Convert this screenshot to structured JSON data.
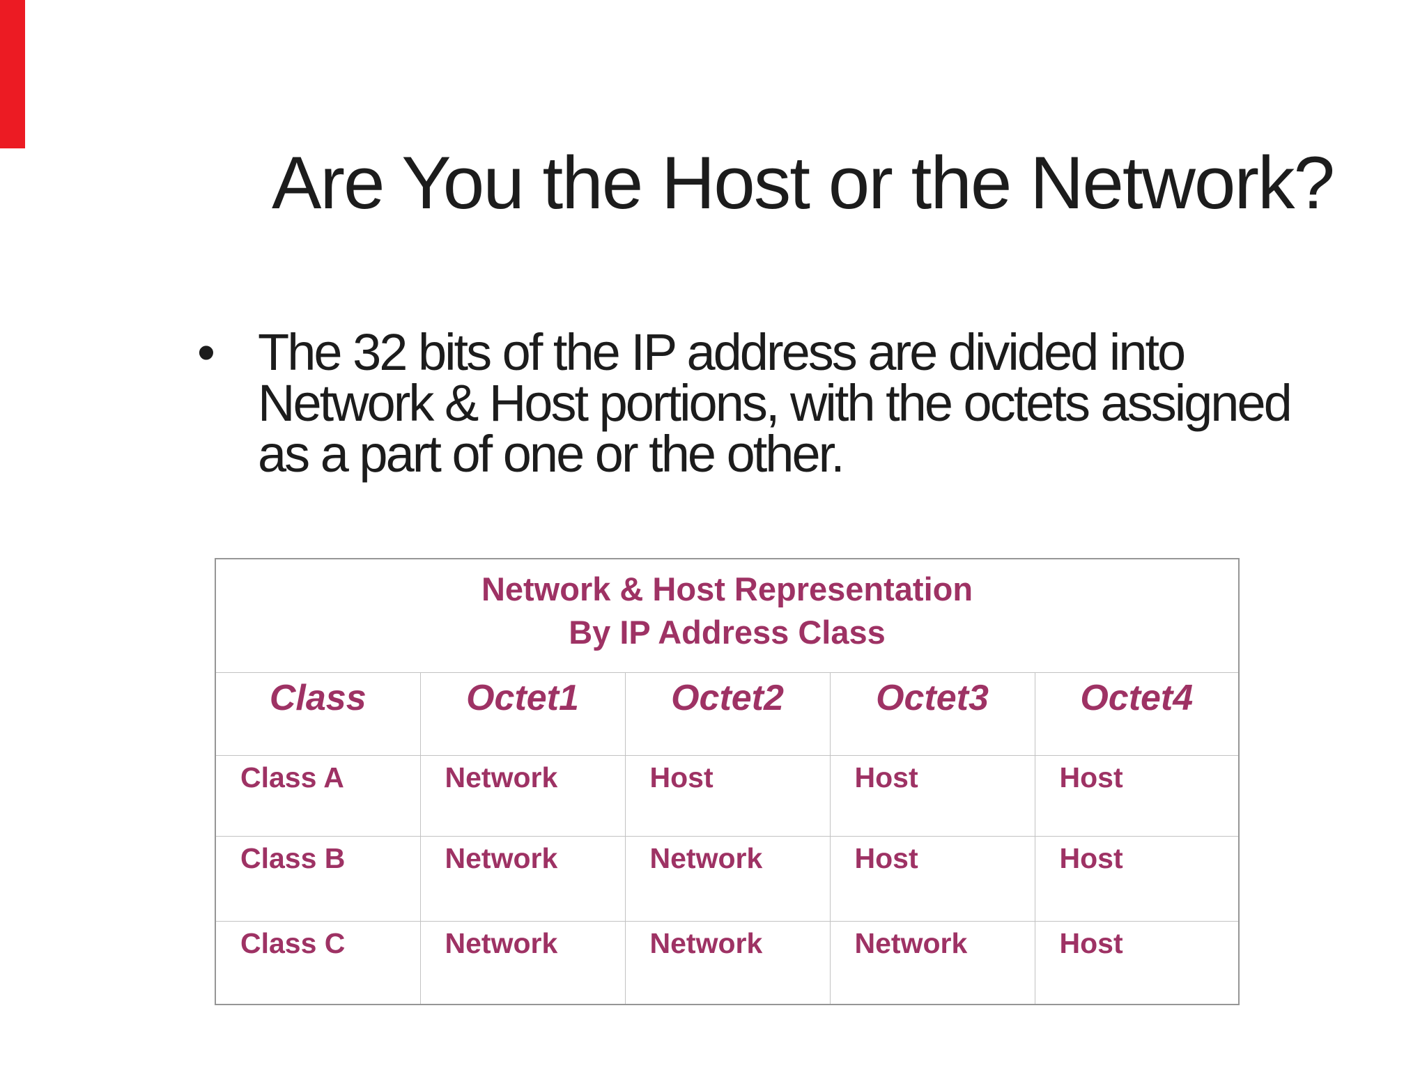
{
  "slide": {
    "title": "Are You the Host or the Network?",
    "bullet": {
      "marker": "•",
      "text": "The 32 bits of the IP address are divided into Network & Host portions, with the octets assigned as a part of one or the other."
    },
    "table": {
      "title_lines": [
        "Network & Host Representation",
        "By IP Address Class"
      ],
      "headers": [
        "Class",
        "Octet1",
        "Octet2",
        "Octet3",
        "Octet4"
      ],
      "rows": [
        {
          "cells": [
            "Class A",
            "Network",
            "Host",
            "Host",
            "Host"
          ]
        },
        {
          "cells": [
            "Class B",
            "Network",
            "Network",
            "Host",
            "Host"
          ]
        },
        {
          "cells": [
            "Class C",
            "Network",
            "Network",
            "Network",
            "Host"
          ]
        }
      ]
    },
    "colors": {
      "accent_maroon": "#9E3264",
      "edge_strip_red": "#EC1B23",
      "body_text": "#1C1C1C",
      "grid_line": "#C2C2C2",
      "table_outer_border": "#969696"
    }
  }
}
